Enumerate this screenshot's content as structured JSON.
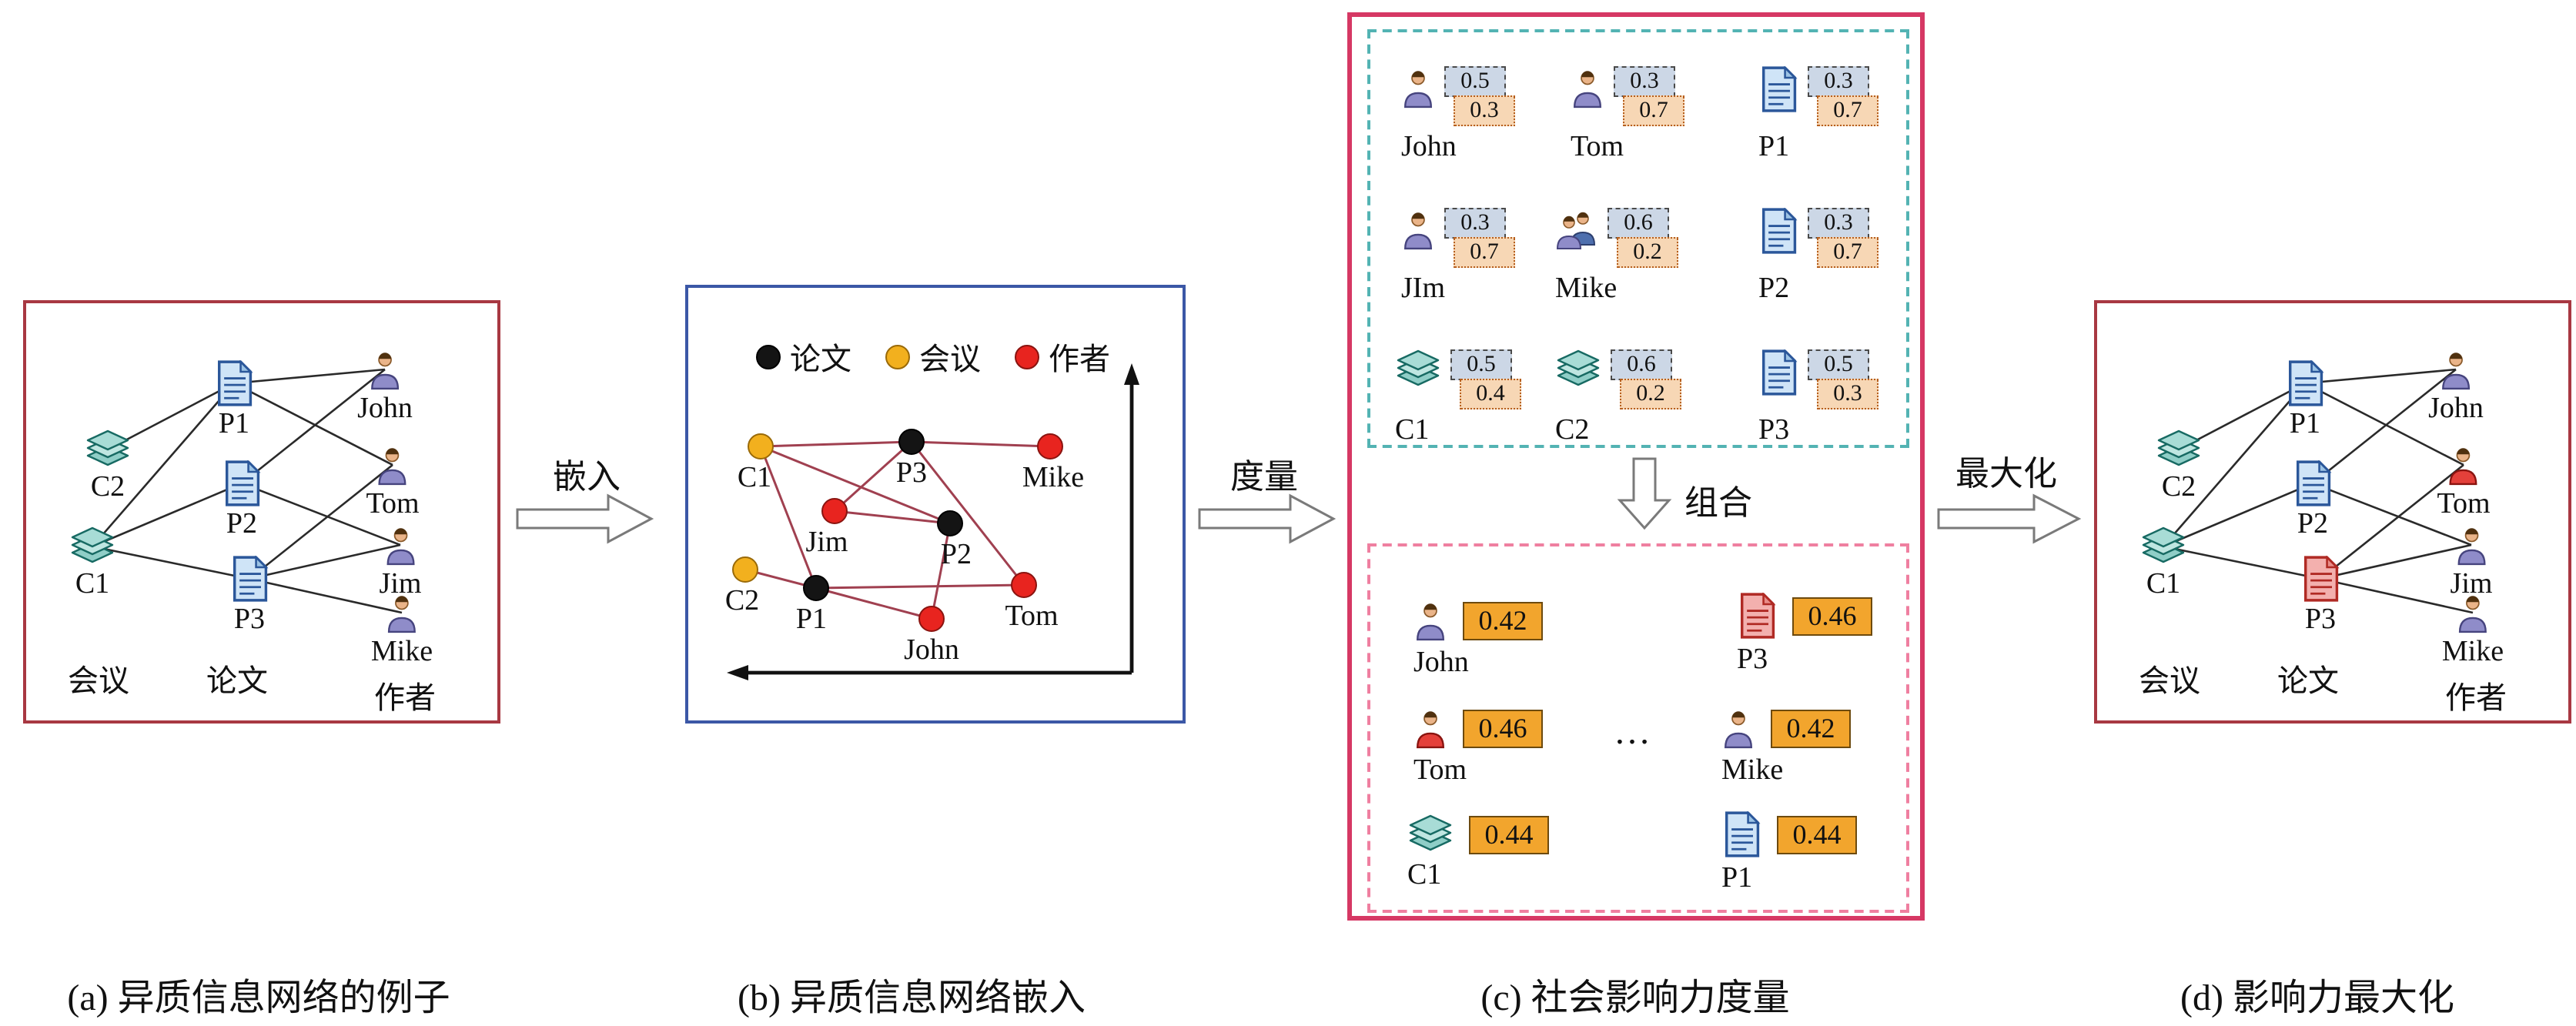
{
  "colors": {
    "panel_ad_border": "#a83842",
    "panel_b_border": "#3b57a6",
    "panel_c_border": "#d63864",
    "dashed_top_border": "#53b3b3",
    "dashed_bottom_border": "#ef7fa0",
    "value_top_bg": "#ccd7e6",
    "value_bottom_bg": "#f7d7b5",
    "score_box_bg": "#f2a52d",
    "paper_dot": "#141414",
    "conference_dot": "#f2b01e",
    "author_dot": "#e8241f"
  },
  "captions": {
    "a": "(a) 异质信息网络的例子",
    "b": "(b) 异质信息网络嵌入",
    "c": "(c) 社会影响力度量",
    "d": "(d) 影响力最大化"
  },
  "arrows": {
    "embed_label": "嵌入",
    "measure_label": "度量",
    "combine_label": "组合",
    "maximize_label": "最大化"
  },
  "network": {
    "nodes": {
      "c1": "C1",
      "c2": "C2",
      "p1": "P1",
      "p2": "P2",
      "p3": "P3",
      "john": "John",
      "tom": "Tom",
      "jim": "Jim",
      "mike": "Mike"
    },
    "type_labels": {
      "conference": "会议",
      "paper": "论文",
      "author": "作者"
    }
  },
  "embedding": {
    "legend": [
      {
        "label": "论文"
      },
      {
        "label": "会议"
      },
      {
        "label": "作者"
      }
    ]
  },
  "measurement": {
    "top_cells": [
      {
        "label": "John",
        "v1": "0.5",
        "v2": "0.3"
      },
      {
        "label": "Tom",
        "v1": "0.3",
        "v2": "0.7"
      },
      {
        "label": "P1",
        "v1": "0.3",
        "v2": "0.7"
      },
      {
        "label": "JIm",
        "v1": "0.3",
        "v2": "0.7"
      },
      {
        "label": "Mike",
        "v1": "0.6",
        "v2": "0.2"
      },
      {
        "label": "P2",
        "v1": "0.3",
        "v2": "0.7"
      },
      {
        "label": "C1",
        "v1": "0.5",
        "v2": "0.4"
      },
      {
        "label": "C2",
        "v1": "0.6",
        "v2": "0.2"
      },
      {
        "label": "P3",
        "v1": "0.5",
        "v2": "0.3"
      }
    ],
    "combined": [
      {
        "label": "John",
        "value": "0.42"
      },
      {
        "label": "P3",
        "value": "0.46"
      },
      {
        "label": "Tom",
        "value": "0.46"
      },
      {
        "label": "Mike",
        "value": "0.42"
      },
      {
        "label": "C1",
        "value": "0.44"
      },
      {
        "label": "P1",
        "value": "0.44"
      }
    ],
    "ellipsis": "…"
  }
}
